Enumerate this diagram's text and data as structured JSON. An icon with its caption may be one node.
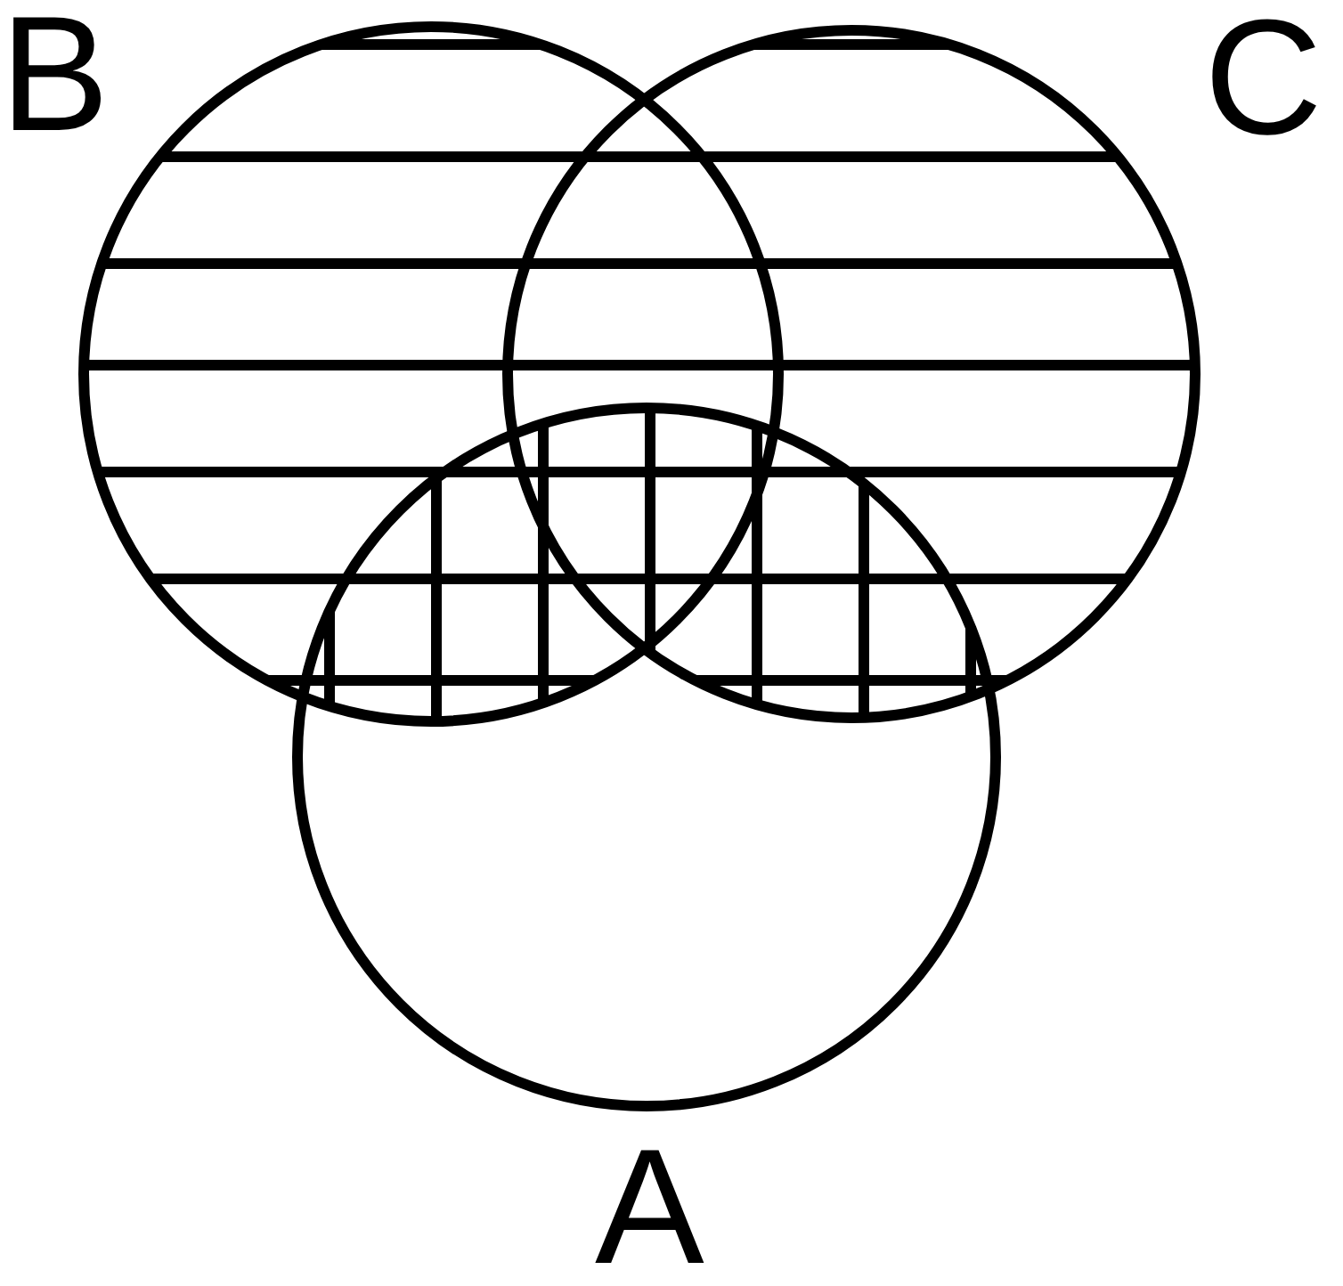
{
  "diagram": {
    "nodes": [
      {
        "text": [
          "B"
        ]
      },
      {
        "text": [
          "C"
        ]
      },
      {
        "text": [
          "A"
        ]
      }
    ]
  }
}
